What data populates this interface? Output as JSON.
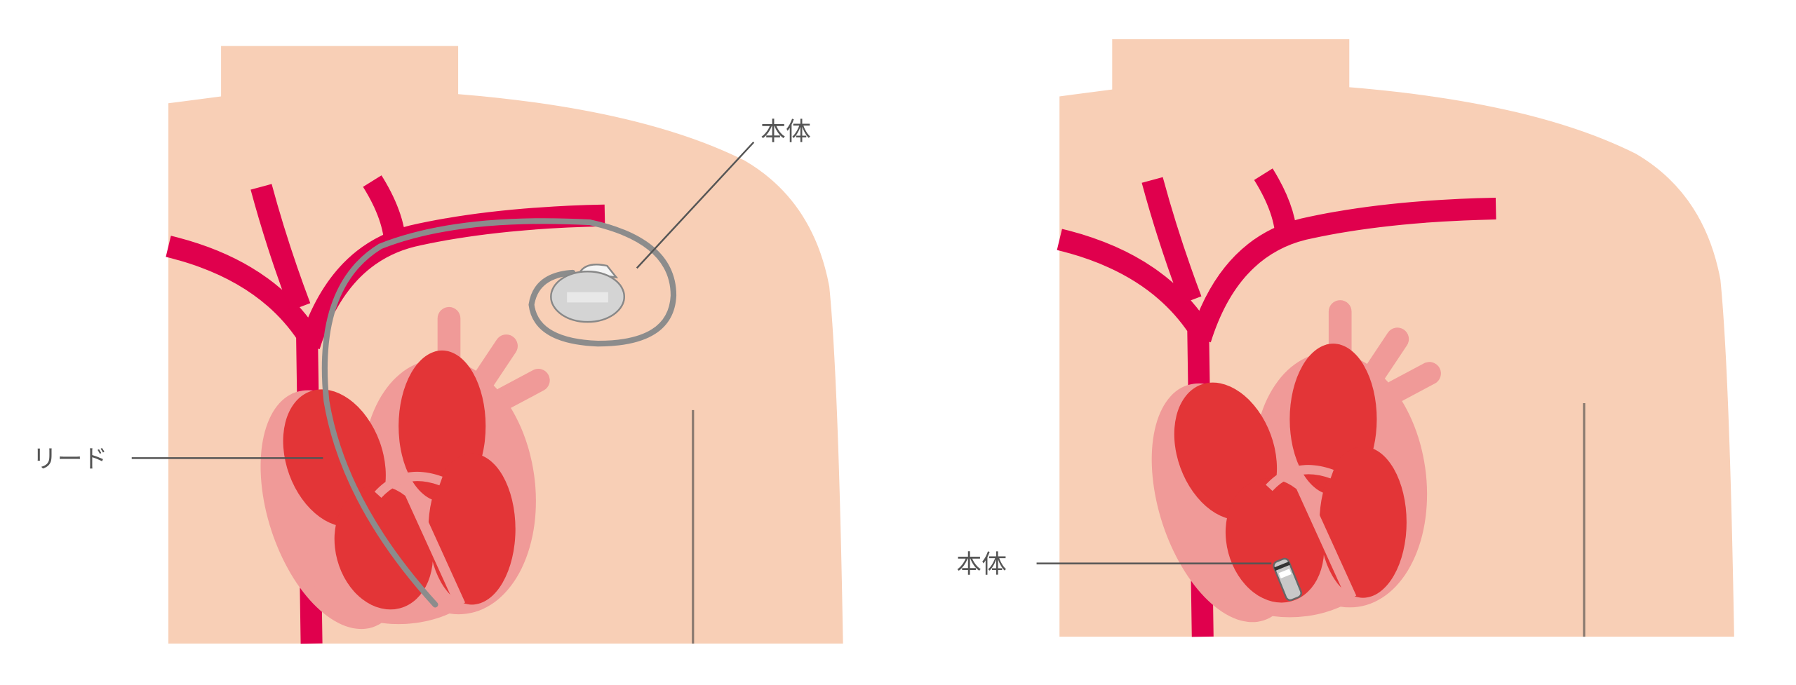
{
  "left_panel": {
    "device_label": "本体",
    "lead_label": "リード"
  },
  "right_panel": {
    "device_label": "本体"
  },
  "colors": {
    "skin": "#f8cfb6",
    "vessel": "#e0004d",
    "heart_outer": "#f09a98",
    "heart_chamber": "#e33537",
    "lead": "#8c8c8c",
    "device": "#d4d4d4",
    "label": "#555555"
  }
}
